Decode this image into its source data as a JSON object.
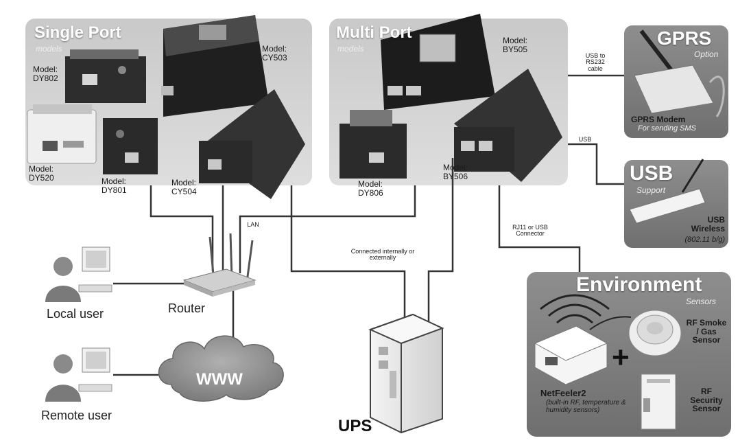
{
  "panels": {
    "single_port": {
      "title": "Single Port",
      "subtitle": "models"
    },
    "multi_port": {
      "title": "Multi Port",
      "subtitle": "models"
    },
    "gprs": {
      "title": "GPRS",
      "subtitle": "Option",
      "device": "GPRS Modem",
      "device_note": "For sending SMS"
    },
    "usb": {
      "title": "USB",
      "subtitle": "Support",
      "device": "USB Wireless",
      "device_note": "(802.11 b/g)"
    },
    "environment": {
      "title": "Environment",
      "subtitle": "Sensors"
    }
  },
  "models": {
    "dy802": "Model: DY802",
    "cy503": "Model: CY503",
    "dy520": "Model: DY520",
    "dy801": "Model: DY801",
    "cy504": "Model: CY504",
    "by505": "Model: BY505",
    "dy806": "Model: DY806",
    "by506": "Model: BY506"
  },
  "connections": {
    "usb_rs232": "USB to RS232 cable",
    "usb": "USB",
    "lan": "LAN",
    "rj11": "RJ11 or USB Connector",
    "internal": "Connected internally or externally"
  },
  "nodes": {
    "router": "Router",
    "local_user": "Local user",
    "remote_user": "Remote user",
    "www": "WWW",
    "ups": "UPS"
  },
  "sensors": {
    "netfeeler_name": "NetFeeler2",
    "netfeeler_note": "(built-in RF, temperature & humidity sensors)",
    "plus": "+",
    "smoke": "RF Smoke / Gas Sensor",
    "security": "RF Security Sensor"
  }
}
